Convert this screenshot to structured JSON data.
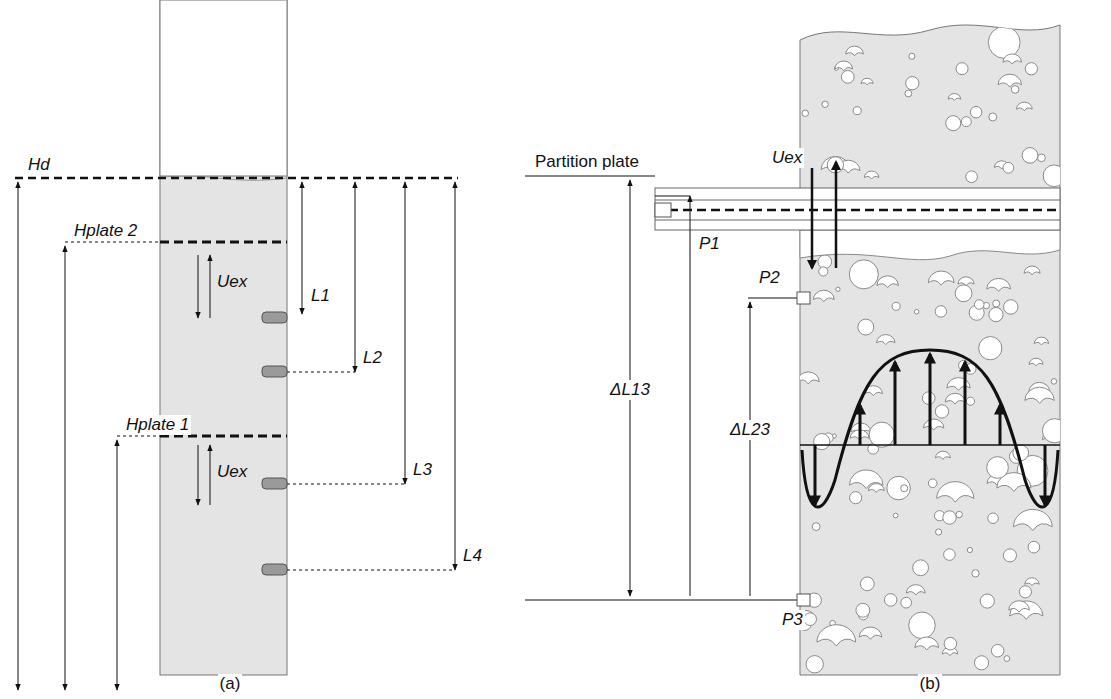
{
  "diagram": {
    "labels": [
      "Hd",
      "Hplate 2",
      "Uex",
      "L1",
      "L2",
      "Hplate 1",
      "Uex",
      "L3",
      "L4",
      "(a)",
      "Partition plate",
      "Uex",
      "P1",
      "P2",
      "ΔL13",
      "ΔL23",
      "P3",
      "(b)"
    ]
  }
}
